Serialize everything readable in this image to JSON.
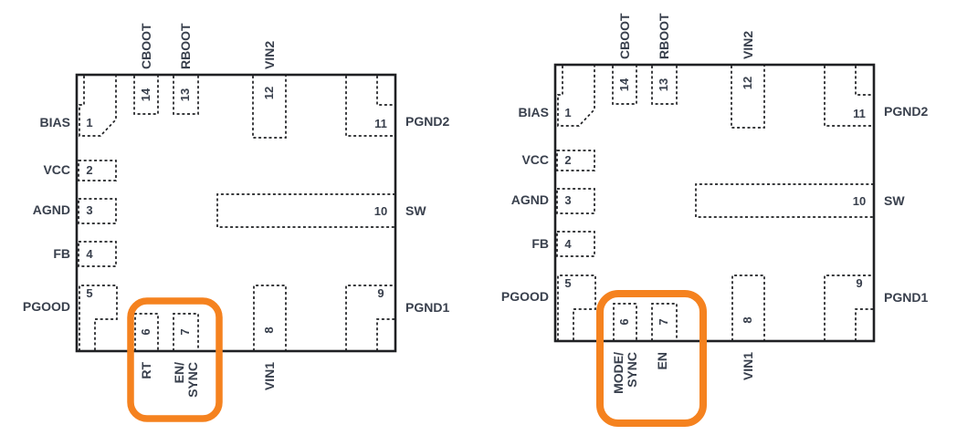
{
  "colors": {
    "background": "#FFFFFF",
    "line": "#1F2023",
    "text": "#39404D",
    "highlight": "#F5821F"
  },
  "pin_numbers": {
    "p1": "1",
    "p2": "2",
    "p3": "3",
    "p4": "4",
    "p5": "5",
    "p6": "6",
    "p7": "7",
    "p8": "8",
    "p9": "9",
    "p10": "10",
    "p11": "11",
    "p12": "12",
    "p13": "13",
    "p14": "14"
  },
  "left_diagram": {
    "labels": {
      "pin1": "BIAS",
      "pin2": "VCC",
      "pin3": "AGND",
      "pin4": "FB",
      "pin5": "PGOOD",
      "pin6": "RT",
      "pin7_line1": "EN/",
      "pin7_line2": "SYNC",
      "pin8": "VIN1",
      "pin9": "PGND1",
      "pin10": "SW",
      "pin11": "PGND2",
      "pin12": "VIN2",
      "pin13": "RBOOT",
      "pin14": "CBOOT"
    }
  },
  "right_diagram": {
    "labels": {
      "pin1": "BIAS",
      "pin2": "VCC",
      "pin3": "AGND",
      "pin4": "FB",
      "pin5": "PGOOD",
      "pin6_line1": "MODE/",
      "pin6_line2": "SYNC",
      "pin7": "EN",
      "pin8": "VIN1",
      "pin9": "PGND1",
      "pin10": "SW",
      "pin11": "PGND2",
      "pin12": "VIN2",
      "pin13": "RBOOT",
      "pin14": "CBOOT"
    }
  }
}
